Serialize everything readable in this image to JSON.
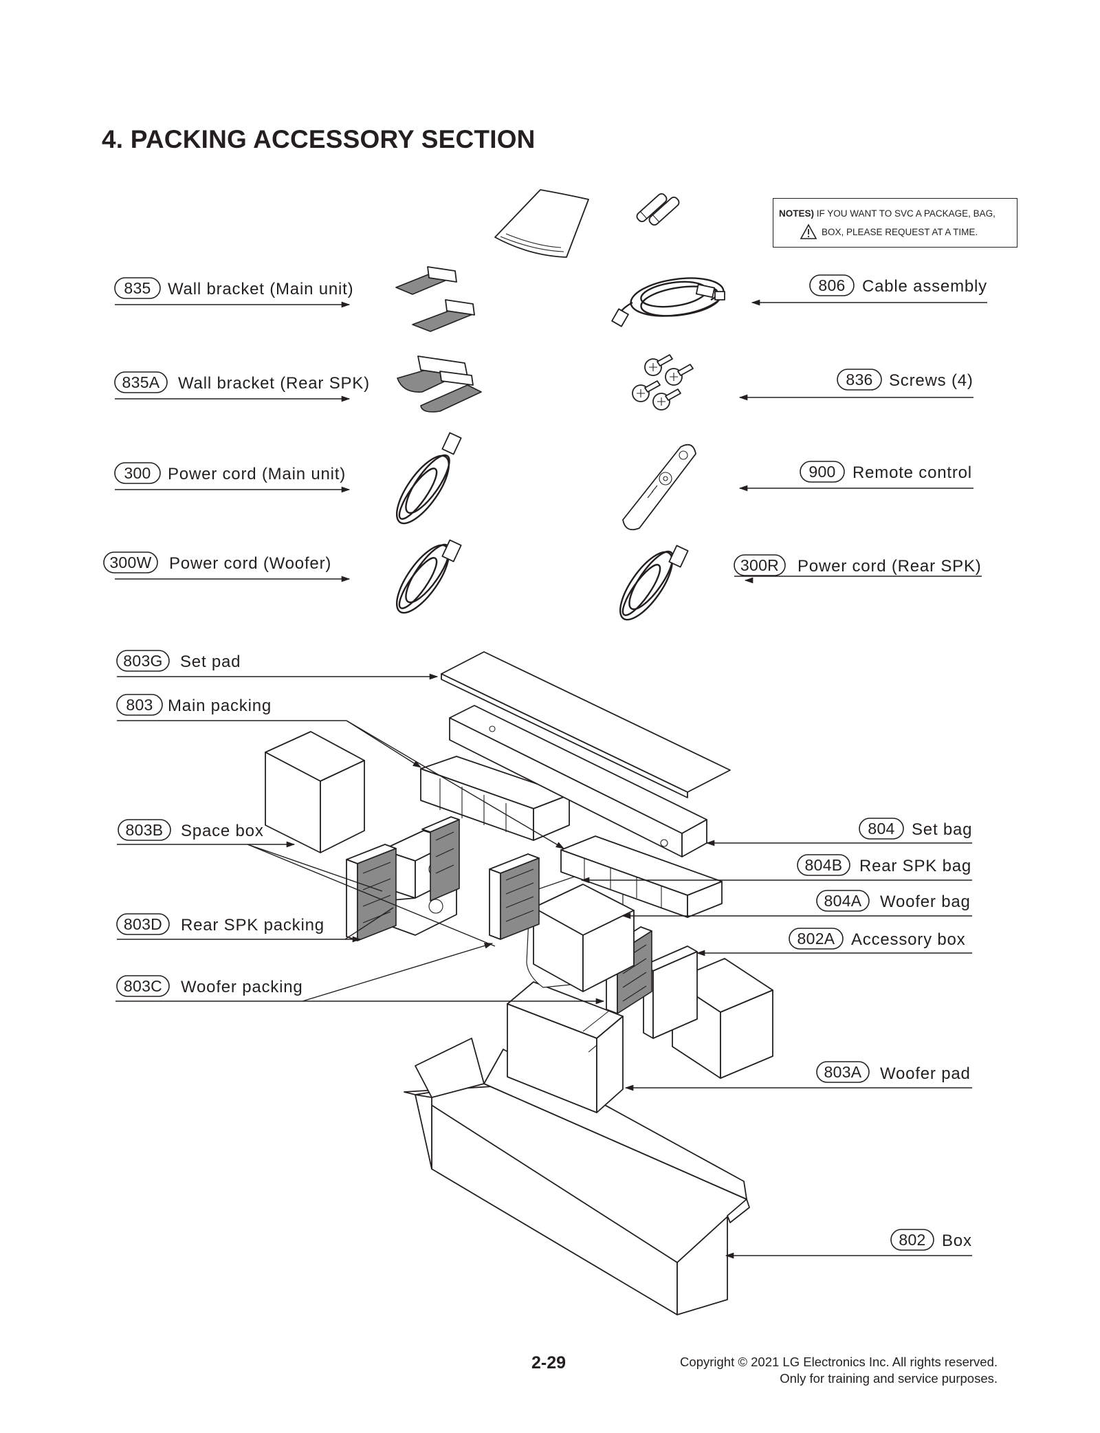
{
  "page_title": "4. PACKING ACCESSORY SECTION",
  "notes": {
    "prefix": "NOTES)",
    "line1": "IF YOU WANT TO SVC A PACKAGE, BAG,",
    "line2": "BOX, PLEASE REQUEST AT A TIME."
  },
  "parts": [
    {
      "code": "835",
      "name": "Wall bracket (Main unit)"
    },
    {
      "code": "806",
      "name": "Cable assembly"
    },
    {
      "code": "835A",
      "name": "Wall bracket (Rear SPK)"
    },
    {
      "code": "836",
      "name": "Screws (4)"
    },
    {
      "code": "300",
      "name": "Power cord (Main unit)"
    },
    {
      "code": "900",
      "name": "Remote control"
    },
    {
      "code": "300W",
      "name": "Power cord (Woofer)"
    },
    {
      "code": "300R",
      "name": "Power cord (Rear SPK)"
    },
    {
      "code": "803G",
      "name": "Set pad"
    },
    {
      "code": "803",
      "name": "Main packing"
    },
    {
      "code": "803B",
      "name": "Space box"
    },
    {
      "code": "804",
      "name": "Set bag"
    },
    {
      "code": "804B",
      "name": "Rear SPK bag"
    },
    {
      "code": "804A",
      "name": "Woofer bag"
    },
    {
      "code": "803D",
      "name": "Rear SPK packing"
    },
    {
      "code": "802A",
      "name": "Accessory box"
    },
    {
      "code": "803C",
      "name": "Woofer packing"
    },
    {
      "code": "803A",
      "name": "Woofer pad"
    },
    {
      "code": "802",
      "name": "Box"
    }
  ],
  "icons": [
    "manual-icon",
    "batteries-icon",
    "warning-icon"
  ],
  "footer": {
    "page_number": "2-29",
    "copyright_line1": "Copyright © 2021 LG Electronics Inc. All rights reserved.",
    "copyright_line2": "Only for training and service purposes."
  }
}
